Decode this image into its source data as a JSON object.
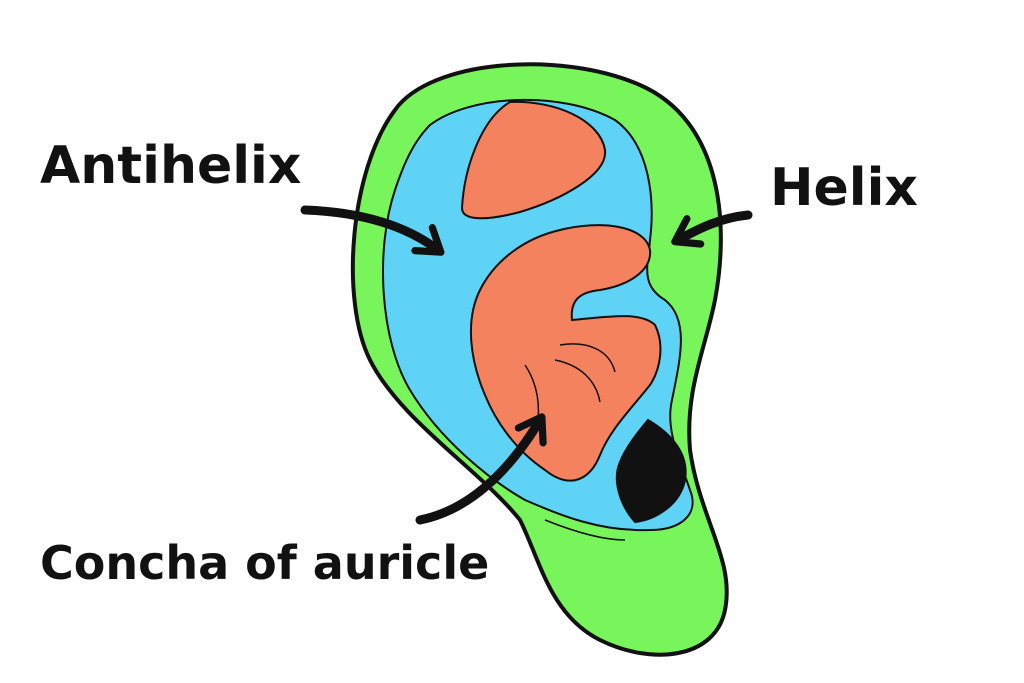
{
  "labels": {
    "antihelix": "Antihelix",
    "helix": "Helix",
    "concha": "Concha of auricle"
  },
  "colors": {
    "helix": "#78f55a",
    "antihelix": "#5fd3f5",
    "concha": "#f4825e",
    "canal": "#111111",
    "outline": "#111111",
    "arrow": "#111111"
  }
}
